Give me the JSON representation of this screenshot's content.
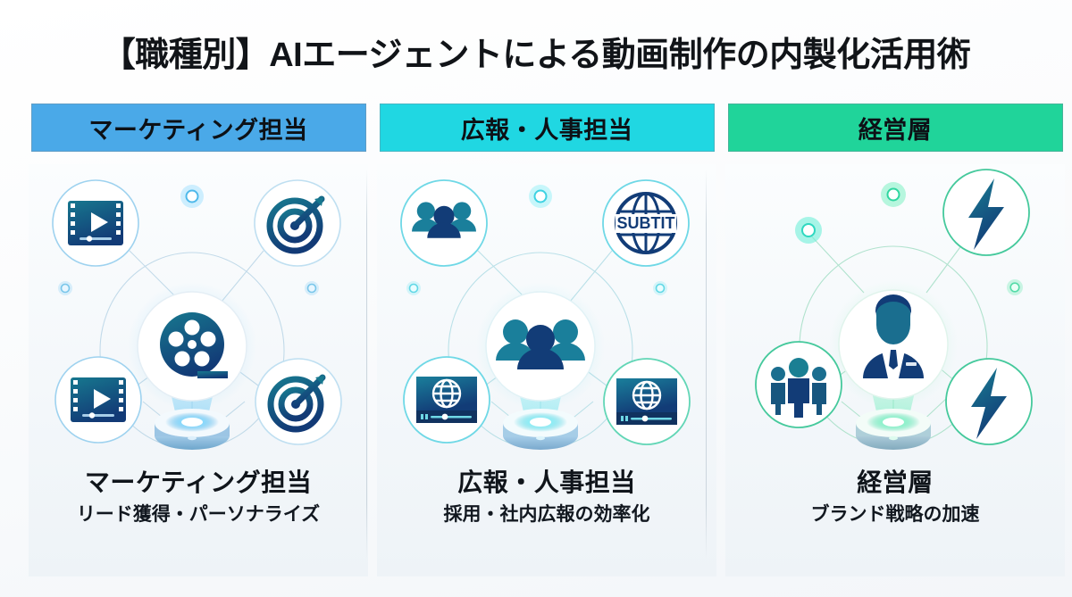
{
  "slide": {
    "title": "【職種別】AIエージェントによる動画制作の内製化活用術",
    "background_color": "#fdfdfd"
  },
  "columns": [
    {
      "id": "marketing",
      "header_label": "マーケティング担当",
      "header_color": "#4aa9e8",
      "accent_color": "#3fa4e0",
      "glow_color": "#5ec8ff",
      "caption_title": "マーケティング担当",
      "caption_subtitle": "リード獲得・パーソナライズ",
      "diagram": {
        "center_icon": "film-reel-icon",
        "satellites": [
          {
            "position": "top-left",
            "icon": "video-player-icon"
          },
          {
            "position": "top-right",
            "icon": "target-bullseye-icon"
          },
          {
            "position": "bottom-left",
            "icon": "video-player-icon"
          },
          {
            "position": "bottom-right",
            "icon": "target-bullseye-icon"
          }
        ],
        "node_dots": [
          "top-center",
          "left",
          "right"
        ],
        "base_icon": "hologram-projector-base"
      }
    },
    {
      "id": "pr-hr",
      "header_label": "広報・人事担当",
      "header_color": "#20d7e2",
      "accent_color": "#23c9d6",
      "glow_color": "#4fe6f2",
      "caption_title": "広報・人事担当",
      "caption_subtitle": "採用・社内広報の効率化",
      "diagram": {
        "center_icon": "people-group-icon",
        "satellites": [
          {
            "position": "top-left",
            "icon": "people-group-icon"
          },
          {
            "position": "top-right",
            "icon": "globe-subtitle-icon",
            "label": "SUBTIT"
          },
          {
            "position": "bottom-left",
            "icon": "globe-video-player-icon"
          },
          {
            "position": "bottom-right",
            "icon": "globe-video-player-icon"
          }
        ],
        "node_dots": [
          "top-center",
          "left",
          "right"
        ],
        "base_icon": "hologram-projector-base"
      }
    },
    {
      "id": "executive",
      "header_label": "経営層",
      "header_color": "#20d49a",
      "accent_color": "#2bc796",
      "glow_color": "#4fe6b8",
      "caption_title": "経営層",
      "caption_subtitle": "ブランド戦略の加速",
      "diagram": {
        "center_icon": "businessman-icon",
        "satellites": [
          {
            "position": "top-right",
            "icon": "lightning-bolt-icon"
          },
          {
            "position": "bottom-right",
            "icon": "lightning-bolt-icon"
          },
          {
            "position": "bottom-left",
            "icon": "standing-people-group-icon"
          }
        ],
        "node_dots": [
          "top-center",
          "upper-left",
          "right"
        ],
        "base_icon": "hologram-projector-base"
      }
    }
  ]
}
